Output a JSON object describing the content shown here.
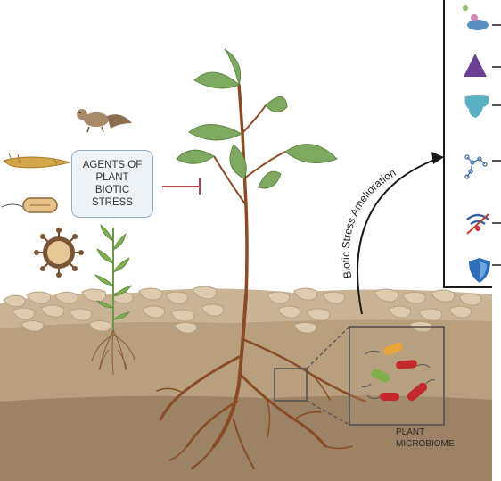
{
  "agents_box": {
    "lines": [
      "AGENTS OF",
      "PLANT",
      "BIOTIC",
      "STRESS"
    ]
  },
  "arc_label": "Biotic Stress Amelioration",
  "microbiome_label": {
    "lines": [
      "PLANT",
      "MICROBIOME"
    ]
  },
  "icons": {
    "left": [
      "squirrel-icon",
      "insect-larva-icon",
      "bacterium-icon",
      "virus-icon",
      "weed-grass-icon"
    ],
    "right_panel": [
      "microbe-colony-icon",
      "triangle-icon",
      "receptor-icon",
      "molecule-chain-icon",
      "signal-wave-icon",
      "shield-icon"
    ]
  },
  "colors": {
    "soil_top": "#d9c7a9",
    "soil_mid": "#b8a07f",
    "soil_deep": "#9d8366",
    "root": "#8a4b25",
    "leaf": "#7fa860",
    "inhibit_line": "#b5474a",
    "box_border": "#8fb0c8",
    "panel_line": "#1a1a1a"
  }
}
